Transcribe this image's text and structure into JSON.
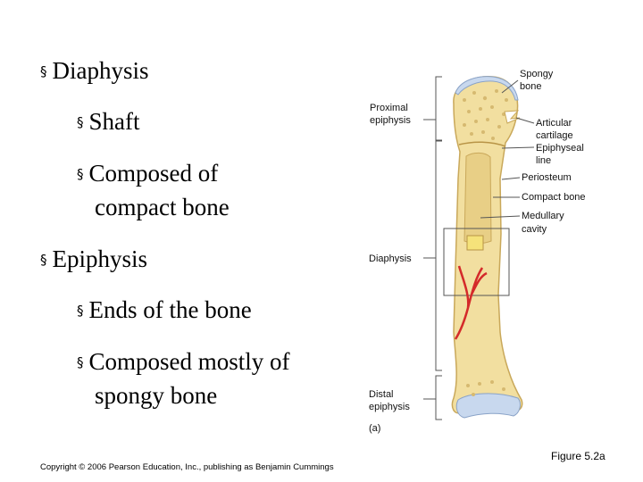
{
  "bullets": {
    "b1": {
      "marker": "§",
      "text": "Diaphysis"
    },
    "b2": {
      "marker": "§",
      "text": "Shaft"
    },
    "b3": {
      "marker": "§",
      "line1": "Composed of",
      "line2": "compact bone"
    },
    "b4": {
      "marker": "§",
      "text": "Epiphysis"
    },
    "b5": {
      "marker": "§",
      "text": "Ends of the bone"
    },
    "b6": {
      "marker": "§",
      "line1": "Composed mostly of",
      "line2": "spongy bone"
    }
  },
  "diagram": {
    "left_labels": {
      "proximal_1": "Proximal",
      "proximal_2": "epiphysis",
      "diaphysis": "Diaphysis",
      "distal_1": "Distal",
      "distal_2": "epiphysis",
      "panel": "(a)"
    },
    "right_labels": {
      "spongy_1": "Spongy",
      "spongy_2": "bone",
      "articular_1": "Articular",
      "articular_2": "cartilage",
      "epiphyseal_1": "Epiphyseal",
      "epiphyseal_2": "line",
      "periosteum": "Periosteum",
      "compact": "Compact bone",
      "medullary_1": "Medullary",
      "medullary_2": "cavity"
    },
    "colors": {
      "bone": "#f2dfa0",
      "bone_edge": "#c9a85a",
      "cartilage": "#c8d8ee",
      "vessel": "#d42a2a",
      "bracket": "#555555"
    }
  },
  "footer": {
    "copyright": "Copyright © 2006 Pearson Education, Inc., publishing as Benjamin Cummings",
    "figure": "Figure 5.2a"
  }
}
